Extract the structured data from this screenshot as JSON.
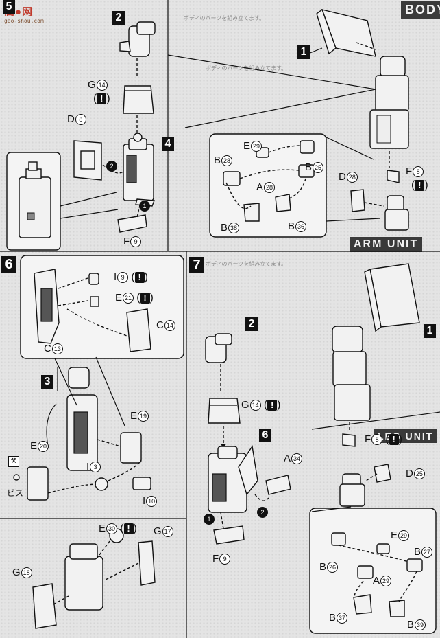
{
  "watermark": {
    "logo": "高●网",
    "url": "gao-shou.com"
  },
  "headers": {
    "body": "BODY",
    "arm_unit": "ARM UNIT",
    "leg_unit": "LEG UNIT"
  },
  "side_note_text": "ボディのパーツを組み立てます。",
  "section5": {
    "partial_step": "5",
    "steps": {
      "head": "2",
      "core": "4",
      "body": "1"
    },
    "labels": {
      "g": "G",
      "g_num": "14",
      "d": "D",
      "d_num": "8",
      "f": "F",
      "f_num": "9",
      "e": "E",
      "e_num": "29",
      "b28": "B",
      "b28_num": "28",
      "b25": "B",
      "b25_num": "25",
      "a": "A",
      "a_num": "28",
      "b38": "B",
      "b38_num": "38",
      "b36": "B",
      "b36_num": "36",
      "f8": "F",
      "f8_num": "8",
      "d28": "D",
      "d28_num": "28"
    }
  },
  "section6": {
    "step": "6",
    "sub_step": "3",
    "labels": {
      "i9": "I",
      "i9_num": "9",
      "e21": "E",
      "e21_num": "21",
      "c14": "C",
      "c14_num": "14",
      "c13": "C",
      "c13_num": "13",
      "e19": "E",
      "e19_num": "19",
      "e20": "E",
      "e20_num": "20",
      "i3": "I",
      "i3_num": "3",
      "i10": "I",
      "i10_num": "10",
      "screw": "ビス",
      "e30": "E",
      "e30_num": "30",
      "g17": "G",
      "g17_num": "17",
      "g18": "G",
      "g18_num": "18"
    }
  },
  "section7": {
    "step": "7",
    "steps": {
      "head": "2",
      "core": "6",
      "body": "1"
    },
    "labels": {
      "g": "G",
      "g_num": "14",
      "a34": "A",
      "a34_num": "34",
      "f9": "F",
      "f9_num": "9",
      "f8": "F",
      "f8_num": "8",
      "d25": "D",
      "d25_num": "25",
      "e29": "E",
      "e29_num": "29",
      "b27": "B",
      "b27_num": "27",
      "b26": "B",
      "b26_num": "26",
      "a29": "A",
      "a29_num": "29",
      "b37": "B",
      "b37_num": "37",
      "b39": "B",
      "b39_num": "39"
    }
  },
  "callouts": {
    "c1": "1",
    "c2": "2",
    "warn": "!"
  }
}
